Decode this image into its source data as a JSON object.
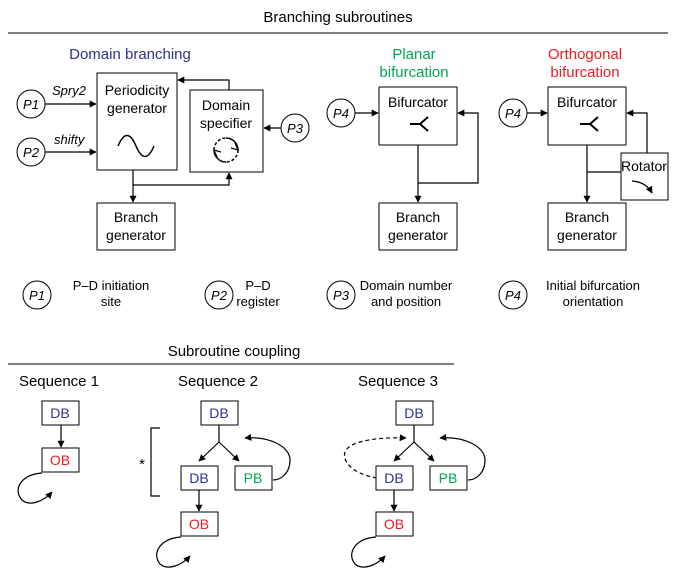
{
  "colors": {
    "blue": "#2e3192",
    "green": "#00a651",
    "red": "#ed1c24",
    "black": "#000000"
  },
  "branching": {
    "title": "Branching subroutines",
    "domain": {
      "title": "Domain branching",
      "p1": "P1",
      "p2": "P2",
      "p3": "P3",
      "spry2": "Spry2",
      "shifty": "shifty",
      "periodicity_1": "Periodicity",
      "periodicity_2": "generator",
      "specifier_1": "Domain",
      "specifier_2": "specifier",
      "branch_1": "Branch",
      "branch_2": "generator"
    },
    "planar": {
      "title_1": "Planar",
      "title_2": "bifurcation",
      "p4": "P4",
      "bifurcator": "Bifurcator",
      "branch_1": "Branch",
      "branch_2": "generator"
    },
    "orthogonal": {
      "title_1": "Orthogonal",
      "title_2": "bifurcation",
      "p4": "P4",
      "bifurcator": "Bifurcator",
      "rotator": "Rotator",
      "branch_1": "Branch",
      "branch_2": "generator"
    },
    "legend": [
      {
        "symbol": "P1",
        "line1": "P–D initiation",
        "line2": "site"
      },
      {
        "symbol": "P2",
        "line1": "P–D",
        "line2": "register"
      },
      {
        "symbol": "P3",
        "line1": "Domain number",
        "line2": "and position"
      },
      {
        "symbol": "P4",
        "line1": "Initial bifurcation",
        "line2": "orientation"
      }
    ]
  },
  "coupling": {
    "title": "Subroutine coupling",
    "seq1": {
      "title": "Sequence 1",
      "db": "DB",
      "ob": "OB"
    },
    "seq2": {
      "title": "Sequence 2",
      "db_top": "DB",
      "db": "DB",
      "pb": "PB",
      "ob": "OB",
      "star": "*"
    },
    "seq3": {
      "title": "Sequence 3",
      "db_top": "DB",
      "db": "DB",
      "pb": "PB",
      "ob": "OB"
    }
  }
}
